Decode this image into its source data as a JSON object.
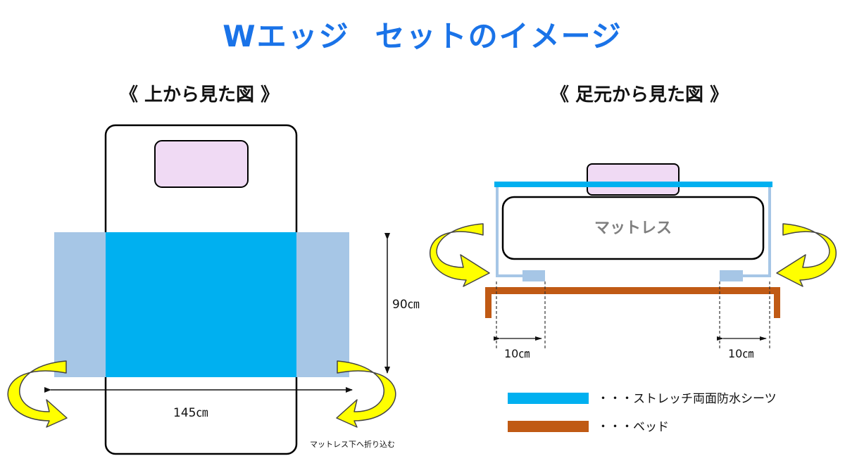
{
  "title": {
    "main": "Wエッジ",
    "sub": "セットのイメージ"
  },
  "views": {
    "top_view_title": "《 上から見た図 》",
    "foot_view_title": "《 足元から見た図 》"
  },
  "top_view": {
    "height_label": "90㎝",
    "width_label": "145㎝",
    "tuck_note": "マットレス下へ折り込む"
  },
  "foot_view": {
    "mattress_label": "マットレス",
    "left_margin_label": "10㎝",
    "right_margin_label": "10㎝"
  },
  "legend": {
    "sheet_label": "・・・ストレッチ両面防水シーツ",
    "bed_label": "・・・ベッド"
  },
  "colors": {
    "title": "#1a73e8",
    "sheet_top": "#00b0f0",
    "sheet_side": "#a6c6e6",
    "pillow": "#f0daf4",
    "bed": "#c05a14",
    "arrow": "#ffff00"
  }
}
